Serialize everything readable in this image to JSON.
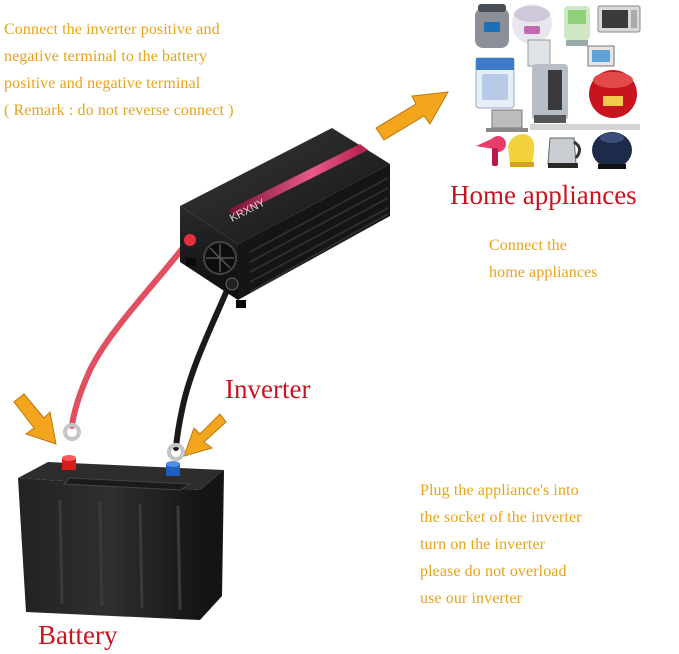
{
  "instruction_top": [
    "Connect the inverter positive and",
    "negative terminal to the battery",
    "positive and negative terminal",
    "( Remark : do not reverse connect )"
  ],
  "labels": {
    "home_appliances": "Home appliances",
    "inverter": "Inverter",
    "battery": "Battery"
  },
  "instruction_appliances": [
    "Connect the",
    "home appliances"
  ],
  "instruction_bottom": [
    "Plug the appliance's into",
    "the socket of the inverter",
    "turn on the inverter",
    "please do not overload",
    "use our inverter"
  ],
  "inverter_brand": "KRXNY",
  "colors": {
    "note_text": "#e8a317",
    "label_red": "#c8141e",
    "arrow_orange": "#f2a51d",
    "cable_red": "#e05060",
    "cable_black": "#1a1a1a"
  }
}
